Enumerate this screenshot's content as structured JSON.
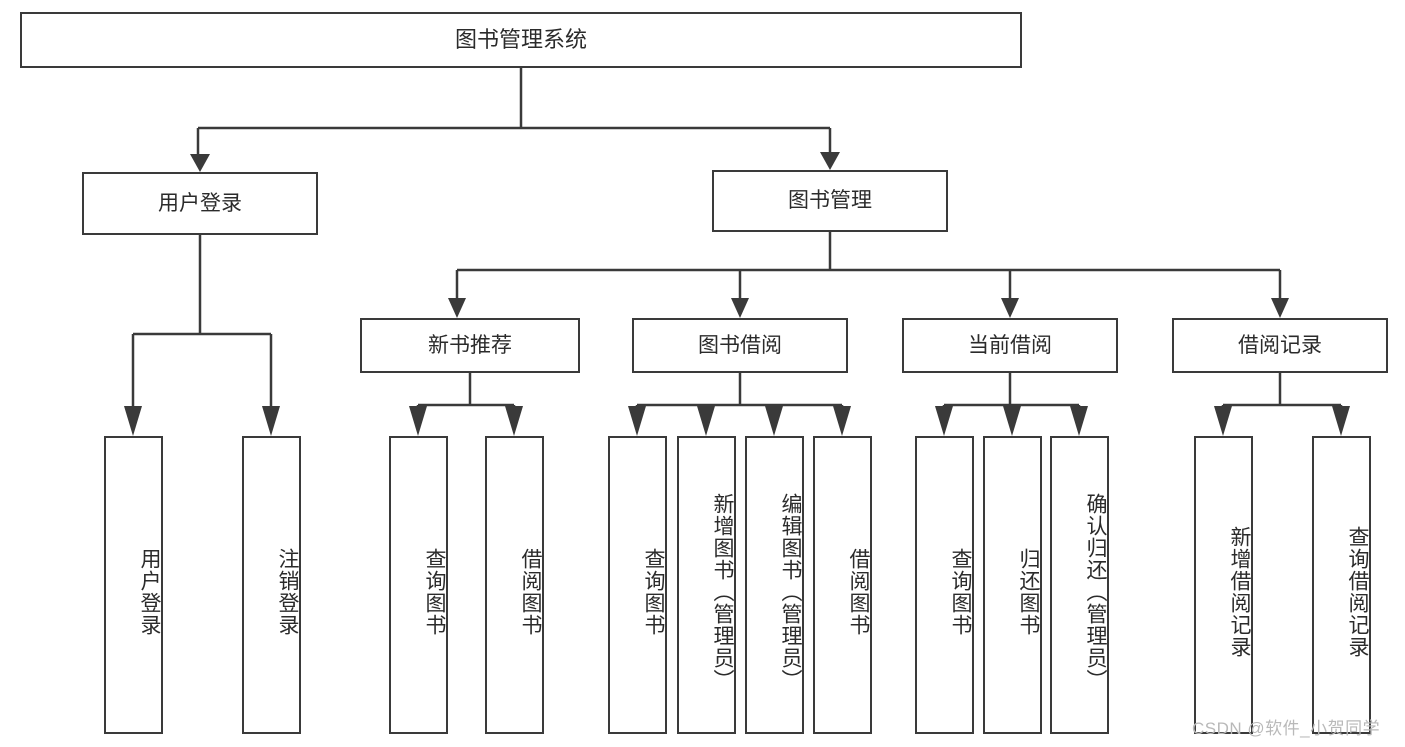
{
  "diagram": {
    "title": "图书管理系统",
    "type": "tree-hierarchy-chart",
    "root": {
      "label": "图书管理系统"
    },
    "level1": [
      {
        "label": "用户登录"
      },
      {
        "label": "图书管理"
      }
    ],
    "level2": [
      {
        "label": "新书推荐"
      },
      {
        "label": "图书借阅"
      },
      {
        "label": "当前借阅"
      },
      {
        "label": "借阅记录"
      }
    ],
    "leaves_user_login": [
      {
        "label": "用户登录"
      },
      {
        "label": "注销登录"
      }
    ],
    "leaves_new_book": [
      {
        "label": "查询图书"
      },
      {
        "label": "借阅图书"
      }
    ],
    "leaves_borrow": [
      {
        "label": "查询图书"
      },
      {
        "label": "新增图书（管理员）"
      },
      {
        "label": "编辑图书（管理员）"
      },
      {
        "label": "借阅图书"
      }
    ],
    "leaves_current": [
      {
        "label": "查询图书"
      },
      {
        "label": "归还图书"
      },
      {
        "label": "确认归还（管理员）"
      }
    ],
    "leaves_record": [
      {
        "label": "新增借阅记录"
      },
      {
        "label": "查询借阅记录"
      }
    ]
  },
  "watermark": {
    "text": "CSDN @软件_小贺同学"
  },
  "colors": {
    "border": "#3a3a3a",
    "background": "#ffffff",
    "text": "#2b2b2b",
    "watermark": "#b9b9b9"
  }
}
